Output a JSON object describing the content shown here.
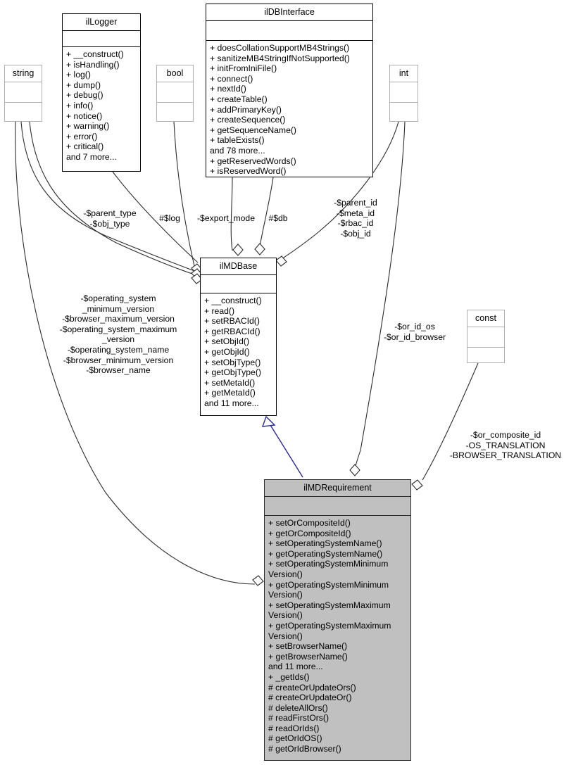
{
  "diagram": {
    "type": "uml-collaboration-diagram",
    "title": "ilMDRequirement collaboration diagram"
  },
  "classes": {
    "string": {
      "name": "string",
      "attributes": [],
      "methods": []
    },
    "ilLogger": {
      "name": "ilLogger",
      "attributes": [],
      "methods": [
        "+ __construct()",
        "+ isHandling()",
        "+ log()",
        "+ dump()",
        "+ debug()",
        "+ info()",
        "+ notice()",
        "+ warning()",
        "+ error()",
        "+ critical()",
        "and 7 more..."
      ]
    },
    "bool": {
      "name": "bool",
      "attributes": [],
      "methods": []
    },
    "ilDBInterface": {
      "name": "ilDBInterface",
      "attributes": [],
      "methods": [
        "+ doesCollationSupportMB4Strings()",
        "+ sanitizeMB4StringIfNotSupported()",
        "+ initFromIniFile()",
        "+ connect()",
        "+ nextId()",
        "+ createTable()",
        "+ addPrimaryKey()",
        "+ createSequence()",
        "+ getSequenceName()",
        "+ tableExists()",
        "and 78 more...",
        "+ getReservedWords()",
        "+ isReservedWord()"
      ]
    },
    "int": {
      "name": "int",
      "attributes": [],
      "methods": []
    },
    "ilMDBase": {
      "name": "ilMDBase",
      "attributes": [],
      "methods": [
        "+ __construct()",
        "+ read()",
        "+ setRBACId()",
        "+ getRBACId()",
        "+ setObjId()",
        "+ getObjId()",
        "+ setObjType()",
        "+ getObjType()",
        "+ setMetaId()",
        "+ getMetaId()",
        "and 11 more..."
      ]
    },
    "const": {
      "name": "const",
      "attributes": [],
      "methods": []
    },
    "ilMDRequirement": {
      "name": "ilMDRequirement",
      "attributes": [],
      "methods": [
        "+ setOrCompositeId()",
        "+ getOrCompositeId()",
        "+ setOperatingSystemName()",
        "+ getOperatingSystemName()",
        "+ setOperatingSystemMinimum Version()",
        "+ getOperatingSystemMinimum Version()",
        "+ setOperatingSystemMaximum Version()",
        "+ getOperatingSystemMaximum Version()",
        "+ setBrowserName()",
        "+ getBrowserName()",
        "and 11 more...",
        "+ _getIds()",
        "# createOrUpdateOrs()",
        "# createOrUpdateOr()",
        "# deleteAllOrs()",
        "# readFirstOrs()",
        "# readOrIds()",
        "# getOrIdOS()",
        "# getOrIdBrowser()"
      ]
    }
  },
  "edge_labels": {
    "parent_obj_type": "-$parent_type\n-$obj_type",
    "log": "#$log",
    "export_mode": "-$export_mode",
    "db": "#$db",
    "ids_group": "-$parent_id\n-$meta_id\n-$rbac_id\n-$obj_id",
    "requirement_strings": "-$operating_system\n_minimum_version\n-$browser_maximum_version\n-$operating_system_maximum\n_version\n-$operating_system_name\n-$browser_minimum_version\n-$browser_name",
    "or_ids": "-$or_id_os\n-$or_id_browser",
    "const_group": "-$or_composite_id\n-OS_TRANSLATION\n-BROWSER_TRANSLATION"
  },
  "colors": {
    "edge": "#2d2d2d",
    "inheritance": "#2b2b8a",
    "box_fill_highlight": "#c0c0c0",
    "box_fill": "#ffffff",
    "box_border": "#000000",
    "light_border": "#b0b0b0"
  }
}
